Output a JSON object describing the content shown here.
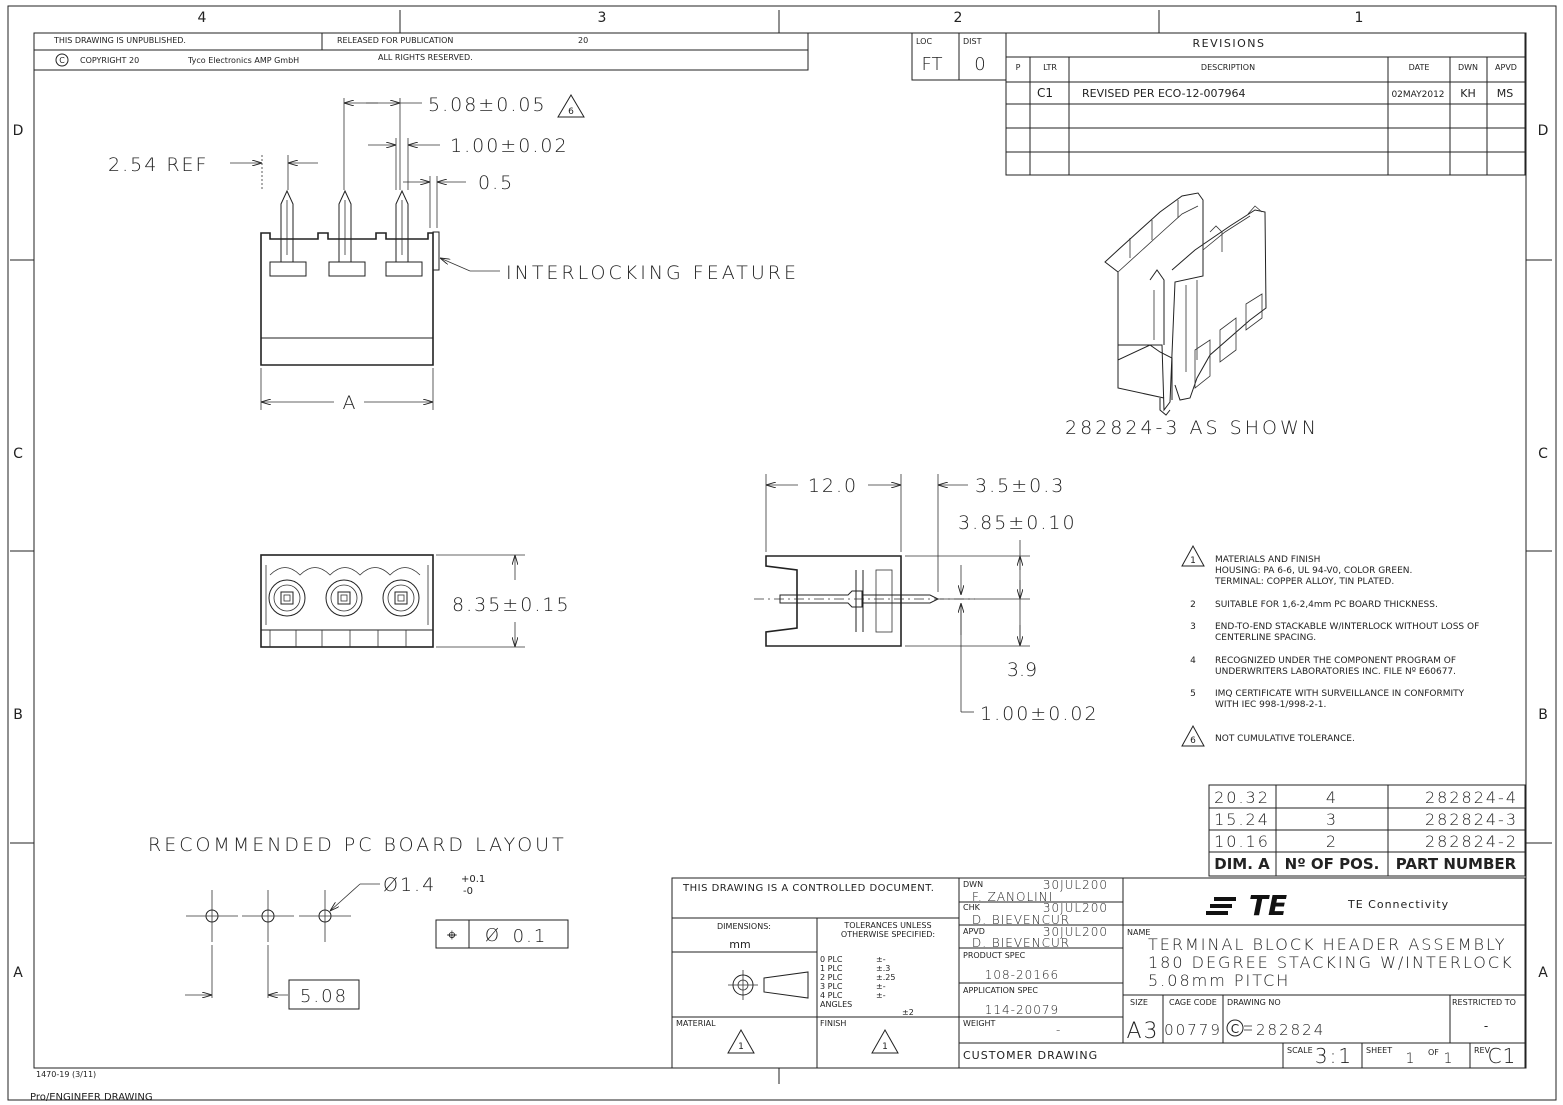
{
  "frame": {
    "zones_top": [
      "4",
      "3",
      "2",
      "1"
    ],
    "zones_side": [
      "D",
      "C",
      "B",
      "A"
    ],
    "form_code": "1470-19 (3/11)",
    "software": "Pro/ENGINEER DRAWING"
  },
  "header": {
    "unpublished": "THIS DRAWING IS UNPUBLISHED.",
    "released": "RELEASED FOR PUBLICATION",
    "released_year": "20",
    "copyright_symbol": "C",
    "copyright": "COPYRIGHT 20",
    "company": "Tyco Electronics AMP GmbH",
    "rights": "ALL RIGHTS RESERVED.",
    "loc_label": "LOC",
    "loc_value": "FT",
    "dist_label": "DIST",
    "dist_value": "0"
  },
  "revisions": {
    "title": "REVISIONS",
    "headers": [
      "P",
      "LTR",
      "DESCRIPTION",
      "DATE",
      "DWN",
      "APVD"
    ],
    "rows": [
      {
        "ltr": "C1",
        "desc": "REVISED PER ECO-12-007964",
        "date": "02MAY2012",
        "dwn": "KH",
        "apvd": "MS"
      }
    ]
  },
  "top_view": {
    "dim_pitch": "5.08±0.05",
    "dim_pitch_note": "6",
    "dim_pin_width": "1.00±0.02",
    "dim_05": "0.5",
    "dim_ref": "2.54 REF",
    "interlock": "INTERLOCKING FEATURE",
    "dim_a": "A"
  },
  "iso_view": {
    "caption": "282824-3 AS SHOWN"
  },
  "front_view": {
    "dim_height": "8.35±0.15"
  },
  "side_view": {
    "dim_120": "12.0",
    "dim_35": "3.5±0.3",
    "dim_385": "3.85±0.10",
    "dim_39": "3.9",
    "dim_100": "1.00±0.02"
  },
  "notes": [
    {
      "num": "1",
      "flag": true,
      "lines": [
        "MATERIALS AND FINISH",
        "HOUSING: PA 6-6, UL 94-V0, COLOR GREEN.",
        "TERMINAL: COPPER ALLOY, TIN PLATED."
      ]
    },
    {
      "num": "2",
      "flag": false,
      "lines": [
        "SUITABLE FOR 1,6-2,4mm PC BOARD THICKNESS."
      ]
    },
    {
      "num": "3",
      "flag": false,
      "lines": [
        "END-TO-END STACKABLE W/INTERLOCK WITHOUT LOSS OF",
        "CENTERLINE SPACING."
      ]
    },
    {
      "num": "4",
      "flag": false,
      "lines": [
        "RECOGNIZED UNDER THE COMPONENT PROGRAM OF",
        "UNDERWRITERS LABORATORIES INC. FILE Nº E60677."
      ]
    },
    {
      "num": "5",
      "flag": false,
      "lines": [
        "IMQ CERTIFICATE WITH SURVEILLANCE IN CONFORMITY",
        "WITH IEC 998-1/998-2-1."
      ]
    },
    {
      "num": "6",
      "flag": true,
      "lines": [
        "NOT CUMULATIVE TOLERANCE."
      ]
    }
  ],
  "dim_table": {
    "headers": [
      "DIM. A",
      "Nº OF POS.",
      "PART NUMBER"
    ],
    "rows": [
      {
        "dim": "20.32",
        "pos": "4",
        "pn": "282824-4"
      },
      {
        "dim": "15.24",
        "pos": "3",
        "pn": "282824-3"
      },
      {
        "dim": "10.16",
        "pos": "2",
        "pn": "282824-2"
      }
    ]
  },
  "pcb": {
    "title": "RECOMMENDED PC BOARD LAYOUT",
    "hole": "Ø1.4",
    "tol_plus": "+0.1",
    "tol_minus": "-0",
    "fcf_pos": "⌖",
    "fcf_dia": "Ø",
    "fcf_val": "0.1",
    "pitch": "5.08"
  },
  "title_block": {
    "controlled": "THIS DRAWING IS A CONTROLLED DOCUMENT.",
    "dimensions_label": "DIMENSIONS:",
    "dimensions_unit": "mm",
    "tol_title_1": "TOLERANCES UNLESS",
    "tol_title_2": "OTHERWISE SPECIFIED:",
    "tolerances": [
      {
        "k": "0 PLC",
        "v": "±-"
      },
      {
        "k": "1 PLC",
        "v": "±.3"
      },
      {
        "k": "2 PLC",
        "v": "±.25"
      },
      {
        "k": "3 PLC",
        "v": "±-"
      },
      {
        "k": "4 PLC",
        "v": "±-"
      },
      {
        "k": "ANGLES",
        "v": "±2"
      }
    ],
    "material_label": "MATERIAL",
    "finish_label": "FINISH",
    "dwn_label": "DWN",
    "dwn_date": "30JUL200",
    "dwn_name": "F. ZANOLINI",
    "chk_label": "CHK",
    "chk_date": "30JUL200",
    "chk_name": "D. BIEVENCUR",
    "apvd_label": "APVD",
    "apvd_date": "30JUL200",
    "apvd_name": "D. BIEVENCUR",
    "prod_spec_label": "PRODUCT SPEC",
    "prod_spec": "108-20166",
    "app_spec_label": "APPLICATION SPEC",
    "app_spec": "114-20079",
    "weight_label": "WEIGHT",
    "weight": "-",
    "customer": "CUSTOMER DRAWING",
    "logo": "TE",
    "company": "TE Connectivity",
    "name_label": "NAME",
    "name_lines": [
      "TERMINAL BLOCK HEADER ASSEMBLY",
      "180 DEGREE STACKING W/INTERLOCK",
      "5.08mm PITCH"
    ],
    "size_label": "SIZE",
    "size": "A3",
    "cage_label": "CAGE CODE",
    "cage": "00779",
    "dwg_label": "DRAWING NO",
    "dwg_prefix": "C",
    "dwg": "282824",
    "restricted_label": "RESTRICTED TO",
    "restricted": "-",
    "scale_label": "SCALE",
    "scale": "3:1",
    "sheet_label": "SHEET",
    "sheet": "1",
    "of_label": "OF",
    "of": "1",
    "rev_label": "REV",
    "rev": "C1"
  }
}
